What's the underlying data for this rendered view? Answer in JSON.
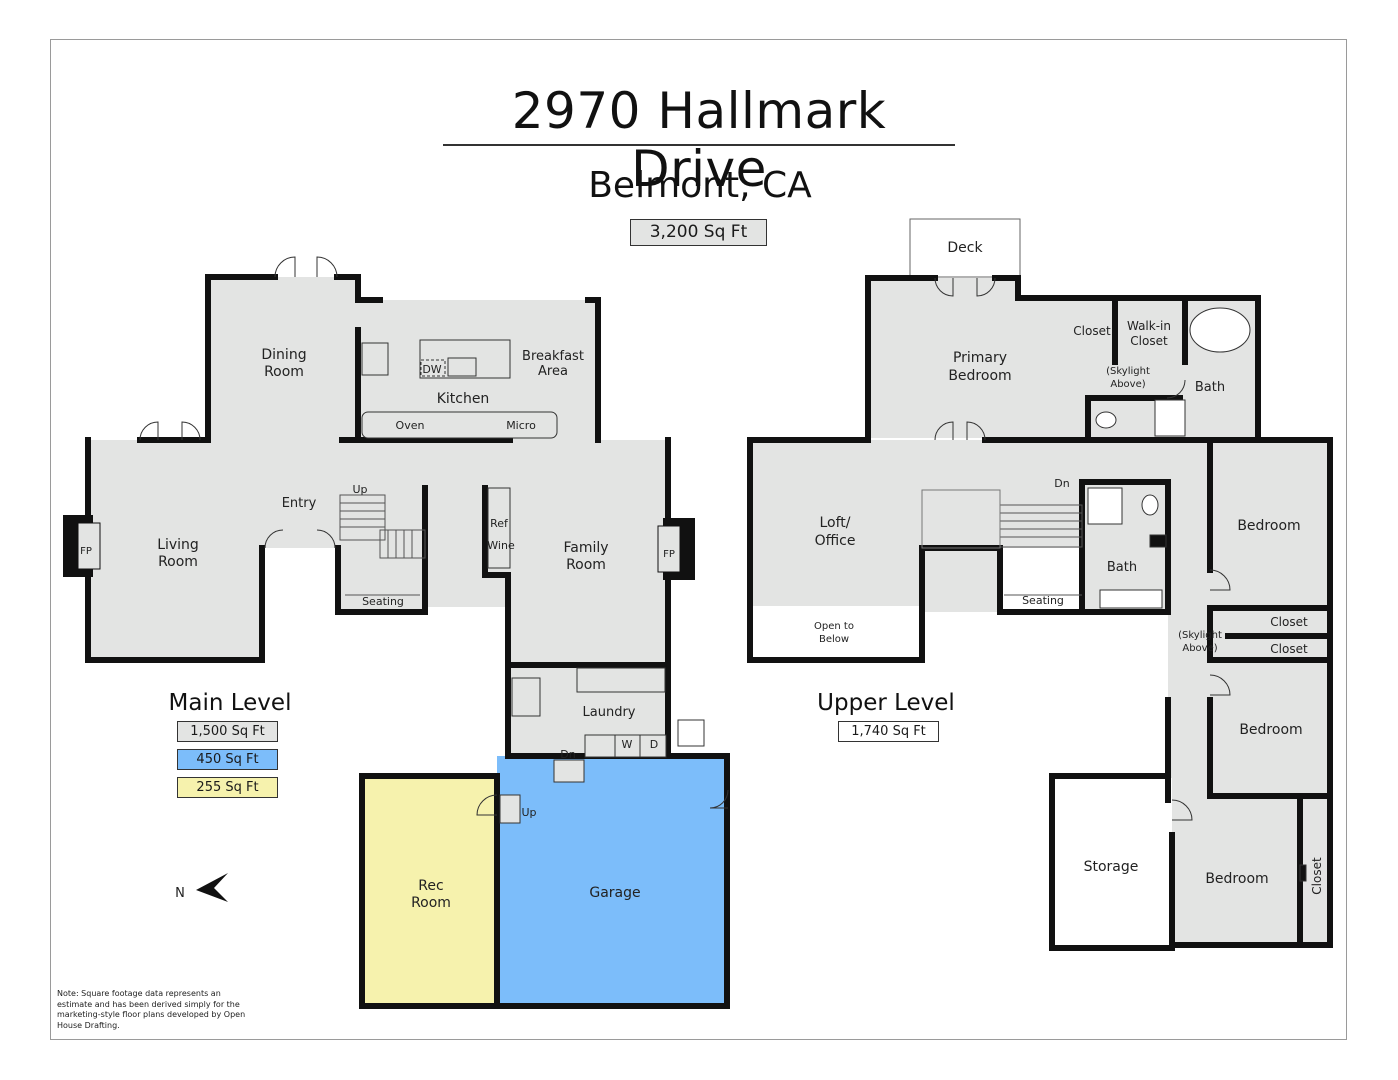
{
  "header": {
    "title": "2970 Hallmark Drive",
    "subtitle": "Belmont, CA",
    "total_area": "3,200 Sq Ft"
  },
  "main_level": {
    "title": "Main Level",
    "areas": [
      {
        "label": "1,500 Sq Ft",
        "color": "#e3e4e3"
      },
      {
        "label": "450 Sq Ft",
        "color": "#7cbdfa"
      },
      {
        "label": "255 Sq Ft",
        "color": "#f6f2ad"
      }
    ],
    "rooms": {
      "dining": [
        "Dining",
        "Room"
      ],
      "kitchen": "Kitchen",
      "breakfast": [
        "Breakfast",
        "Area"
      ],
      "living": [
        "Living",
        "Room"
      ],
      "family": [
        "Family",
        "Room"
      ],
      "entry": "Entry",
      "laundry": "Laundry",
      "rec": [
        "Rec",
        "Room"
      ],
      "garage": "Garage"
    },
    "fixtures": {
      "dw": "DW",
      "oven": "Oven",
      "micro": "Micro",
      "ref": "Ref",
      "wine": "Wine",
      "fp": "FP",
      "up": "Up",
      "dn": "Dn",
      "seating": "Seating",
      "washer": "W",
      "dryer": "D"
    }
  },
  "upper_level": {
    "title": "Upper Level",
    "area": "1,740 Sq Ft",
    "rooms": {
      "deck": "Deck",
      "primary": [
        "Primary",
        "Bedroom"
      ],
      "closet": "Closet",
      "walkin": [
        "Walk-in",
        "Closet"
      ],
      "skylight": [
        "(Skylight",
        "Above)"
      ],
      "bath": "Bath",
      "loft": [
        "Loft/",
        "Office"
      ],
      "open_below": [
        "Open to",
        "Below"
      ],
      "bedroom": "Bedroom",
      "storage": "Storage",
      "dn": "Dn",
      "seating": "Seating"
    }
  },
  "compass": {
    "label": "N",
    "icon": "north-arrow-icon"
  },
  "note": "Note: Square footage data represents an estimate and has been derived simply for the marketing-style floor plans developed by Open House Drafting.",
  "colors": {
    "room": "#e3e4e3",
    "garage": "#7cbdfa",
    "rec": "#f6f2ad",
    "wall": "#111111"
  }
}
